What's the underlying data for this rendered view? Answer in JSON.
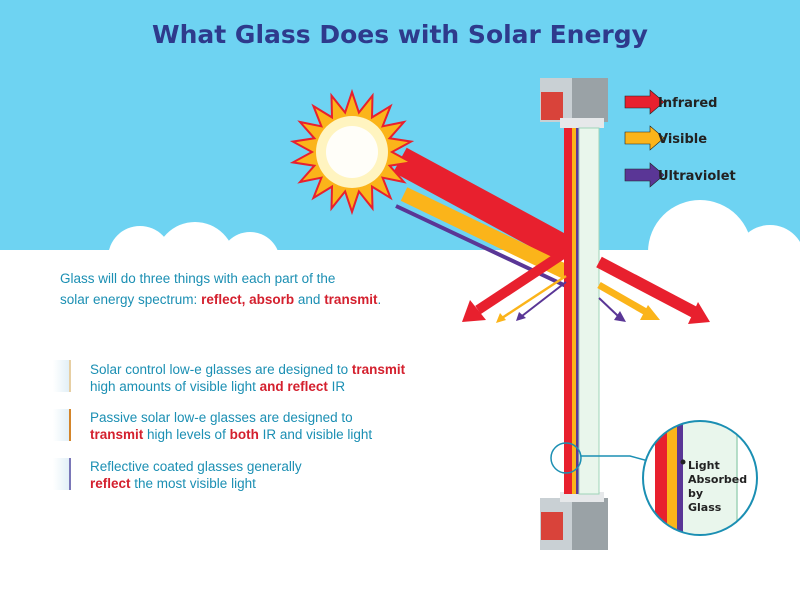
{
  "title": "What Glass Does with Solar Energy",
  "legend": [
    {
      "label": "Infrared",
      "color": "#e8202e"
    },
    {
      "label": "Visible",
      "color": "#fbb41a"
    },
    {
      "label": "Ultraviolet",
      "color": "#5a3696"
    }
  ],
  "intro": {
    "line1": "Glass will do three things with each part of the",
    "line2_prefix": "solar energy spectrum: ",
    "reflect": "reflect,",
    "absorb": "absorb",
    "and_word": "and",
    "transmit": "transmit",
    "period": "."
  },
  "notes": [
    {
      "line1_text": "Solar control low-e glasses are designed to ",
      "line1_kw": "transmit",
      "line2_text": "high amounts of visible light ",
      "line2_kw": "and reflect",
      "line2_tail": " IR",
      "edge_color": "#e7cfa3"
    },
    {
      "line1_text": "Passive solar low-e glasses are designed to",
      "line2_kw1": "transmit",
      "line2_mid": " high levels of ",
      "line2_kw2": "both",
      "line2_tail": " IR and visible light",
      "edge_color": "#d4852a"
    },
    {
      "line1_text": "Reflective coated glasses generally",
      "line2_kw": "reflect",
      "line2_tail": " the most visible light",
      "edge_color": "#7a77b8"
    }
  ],
  "detail_label": {
    "line1": "Light",
    "line2": "Absorbed",
    "line3": "by Glass"
  }
}
